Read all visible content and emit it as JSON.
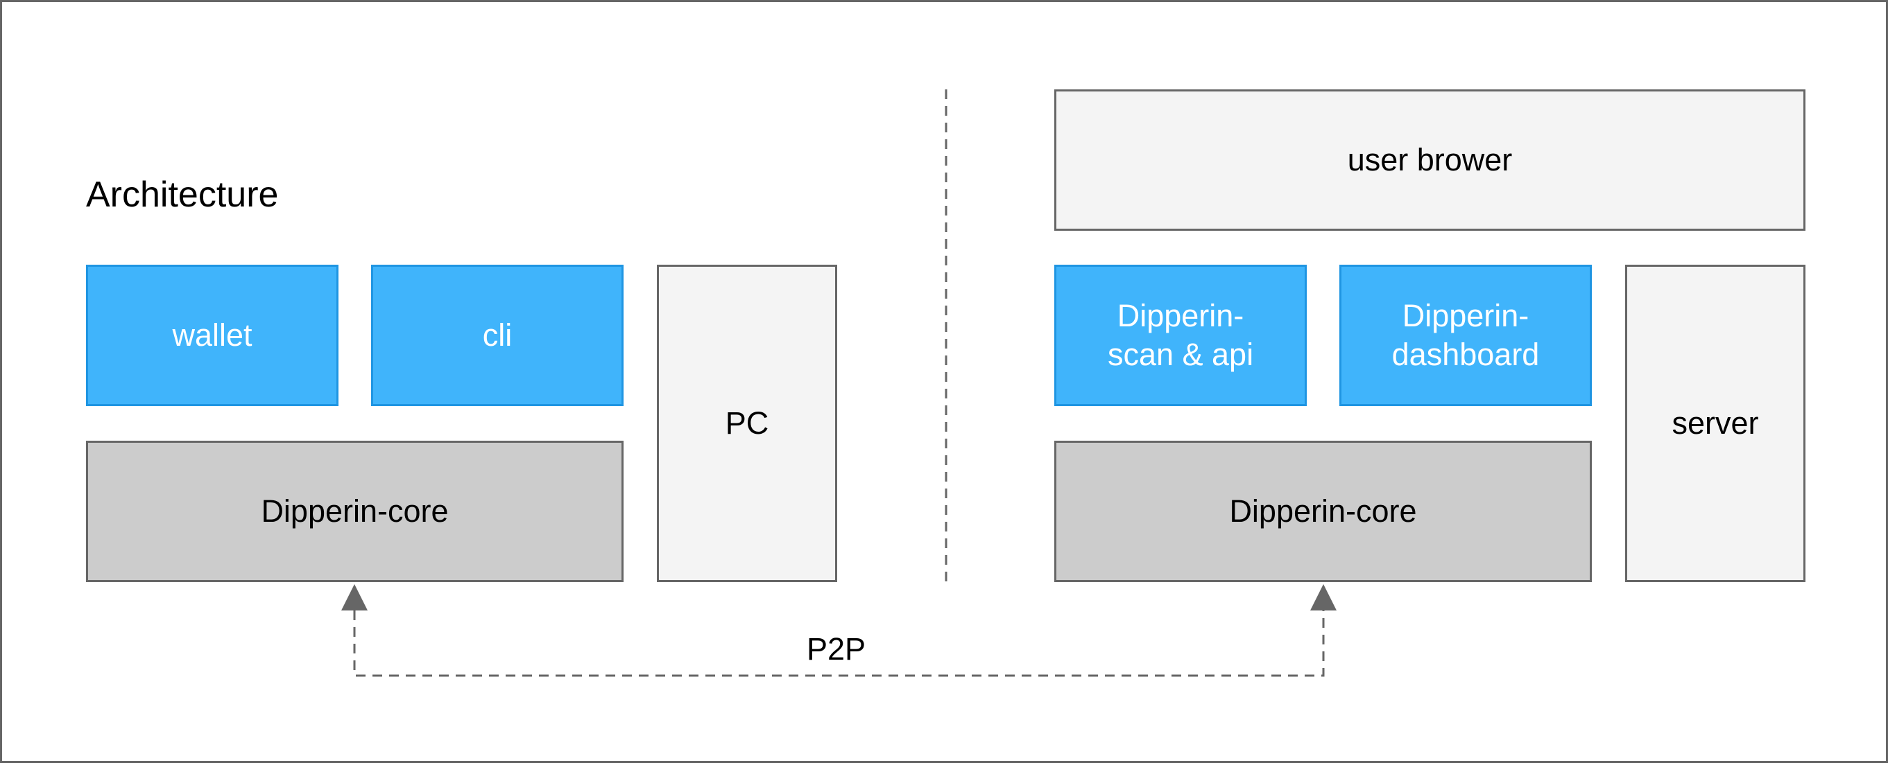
{
  "title": "Architecture",
  "left_stack": {
    "wallet": "wallet",
    "cli": "cli",
    "core": "Dipperin-core",
    "host": "PC"
  },
  "right_stack": {
    "browser": "user brower",
    "scan": "Dipperin-\nscan & api",
    "dashboard": "Dipperin-\ndashboard",
    "core": "Dipperin-core",
    "host": "server"
  },
  "connection": {
    "label": "P2P"
  },
  "colors": {
    "app_fill": "#40b4fb",
    "app_border": "#1f95e2",
    "core_fill": "#cccccc",
    "host_fill": "#f4f4f4",
    "stroke": "#666666"
  }
}
